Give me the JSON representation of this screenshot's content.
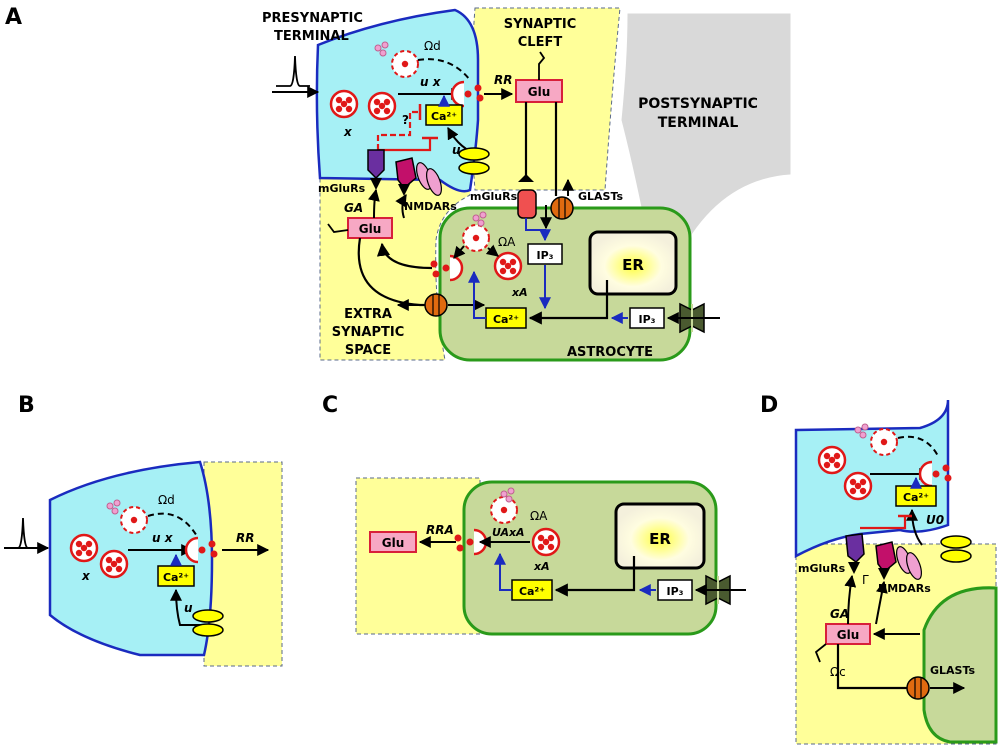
{
  "panels": {
    "a": {
      "letter": "A",
      "presynaptic_terminal": [
        "PRESYNAPTIC",
        "TERMINAL"
      ],
      "synaptic_cleft": [
        "SYNAPTIC",
        "CLEFT"
      ],
      "postsynaptic_terminal": [
        "POSTSYNAPTIC",
        "TERMINAL"
      ],
      "extra_synaptic_space": [
        "EXTRA",
        "SYNAPTIC",
        "SPACE"
      ],
      "astrocyte": "ASTROCYTE",
      "er": "ER",
      "glu": "Glu",
      "ca2": "Ca²⁺",
      "ip3": "IP₃",
      "mglurs": "mGluRs",
      "nmdars": "NMDARs",
      "glasts": "GLASTs",
      "x": "x",
      "ux": "u x",
      "u": "u",
      "rr": "RR",
      "question": "?",
      "omega_d": "Ωd",
      "omega_a": "ΩA",
      "x_a": "xA",
      "g_a": "GA"
    },
    "b": {
      "letter": "B",
      "x": "x",
      "ux": "u x",
      "u": "u",
      "rr": "RR",
      "omega_d": "Ωd",
      "ca2": "Ca²⁺"
    },
    "c": {
      "letter": "C",
      "glu": "Glu",
      "rr_a": "RRA",
      "ua_xa": "UAxA",
      "omega_a": "ΩA",
      "x_a": "xA",
      "er": "ER",
      "ca2": "Ca²⁺",
      "ip3": "IP₃"
    },
    "d": {
      "letter": "D",
      "ca2": "Ca²⁺",
      "u0": "U0",
      "gamma": "Γ",
      "mglurs": "mGluRs",
      "nmdars": "NMDARs",
      "g_a": "GA",
      "glu": "Glu",
      "omega_c": "Ωc",
      "glasts": "GLASTs"
    }
  },
  "colors": {
    "presynaptic_fill": "#a6f0f5",
    "presynaptic_stroke": "#1a2bbf",
    "extracellular_fill": "#ffff99",
    "postsynaptic_fill": "#d9d9d9",
    "astrocyte_fill": "#c7d99a",
    "astrocyte_stroke": "#2a9a1a",
    "glu_fill": "#f7a8c4",
    "glu_stroke": "#d8203a",
    "ca_fill": "#ffff00",
    "vesicle_red": "#e01818",
    "inhibition_red": "#e01818",
    "ip3_arrow_blue": "#1a2bbf",
    "mglur_purple": "#6a2fa0",
    "nmdar_magenta": "#c2106a",
    "nmdar_pink": "#f0a0d0",
    "glast_orange": "#e06a10",
    "channel_dark": "#4a5a30"
  }
}
